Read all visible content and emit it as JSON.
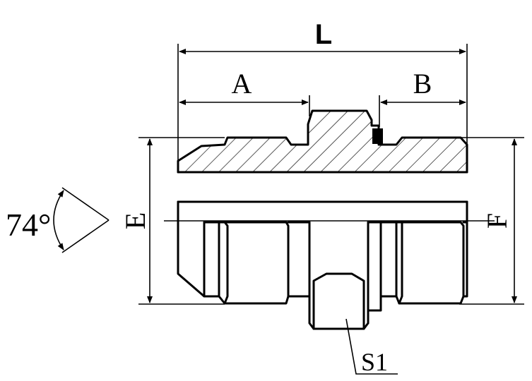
{
  "labels": {
    "length": "L",
    "a": "A",
    "b": "B",
    "e": "E",
    "f": "F",
    "angle": "74°",
    "hex": "S1"
  },
  "colors": {
    "line": "#000000",
    "background": "#ffffff"
  }
}
